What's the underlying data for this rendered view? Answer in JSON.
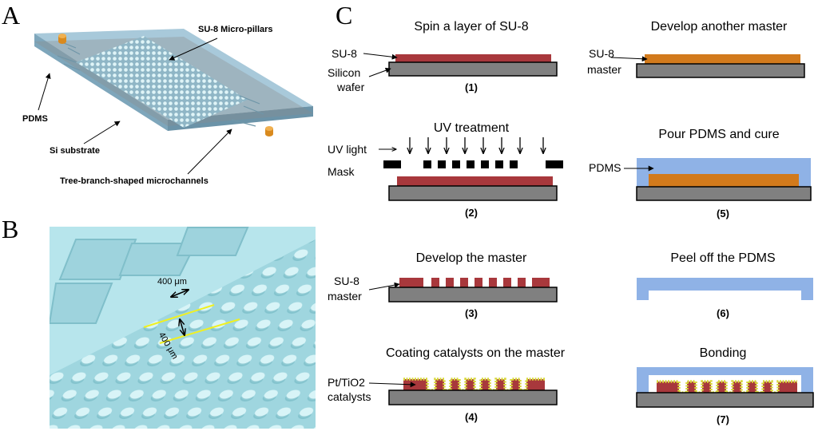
{
  "panels": {
    "a": "A",
    "b": "B",
    "c": "C"
  },
  "panel_a": {
    "su8_pillars": "SU-8 Micro-pillars",
    "pdms": "PDMS",
    "si_substrate": "Si substrate",
    "microchannels": "Tree-branch-shaped microchannels"
  },
  "panel_b": {
    "dim1": "400 μm",
    "dim2": "400 μm"
  },
  "steps": {
    "s1": {
      "title": "Spin a layer of SU-8",
      "num": "(1)",
      "label_su8": "SU-8",
      "label_silicon": "Silicon",
      "label_wafer": "wafer"
    },
    "s2": {
      "title": "UV treatment",
      "num": "(2)",
      "label_uv": "UV light",
      "label_mask": "Mask"
    },
    "s3": {
      "title": "Develop the master",
      "num": "(3)",
      "label_su8": "SU-8",
      "label_master": "master"
    },
    "s4": {
      "title": "Coating catalysts on the master",
      "num": "(4)",
      "label_cat1": "Pt/TiO2",
      "label_cat2": "catalysts"
    },
    "s5m": {
      "title": "Develop another master",
      "label_su8": "SU-8",
      "label_master": "master"
    },
    "s5": {
      "title": "Pour PDMS and cure",
      "num": "(5)",
      "label_pdms": "PDMS"
    },
    "s6": {
      "title": "Peel off the PDMS",
      "num": "(6)"
    },
    "s7": {
      "title": "Bonding",
      "num": "(7)"
    }
  },
  "colors": {
    "su8_red": "#a8383c",
    "su8_orange": "#d27a1c",
    "wafer": "#808080",
    "pdms": "#8fb2e6",
    "catalyst": "#d8d83a",
    "pillars": "#c9eef2",
    "chip": "#9ec3d6",
    "background_b": "#a9dfe8"
  }
}
